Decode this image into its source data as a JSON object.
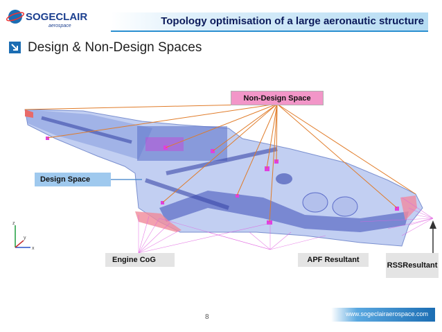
{
  "header": {
    "logo_text": "SOGECLAIR",
    "logo_sub": "aerospace",
    "title": "Topology optimisation of a large aeronautic structure"
  },
  "slide": {
    "heading": "Design & Non-Design Spaces",
    "page_number": "8"
  },
  "labels": {
    "non_design_space": "Non-Design Space",
    "design_space": "Design Space",
    "engine_cog": "Engine CoG",
    "apf_resultant": "APF Resultant",
    "rss_resultant_line1": "RSS",
    "rss_resultant_line2": "Resultant"
  },
  "axes": {
    "z": "z",
    "x": "x",
    "y": "y"
  },
  "footer": {
    "url": "www.sogeclairaerospace.com"
  },
  "colors": {
    "accent_blue": "#1b6db3",
    "title_text": "#0b1a5a",
    "non_design_label": "#f296c8",
    "design_label": "#9fc9ee",
    "leader_line": "#e07b28",
    "magenta": "#e040e0"
  }
}
